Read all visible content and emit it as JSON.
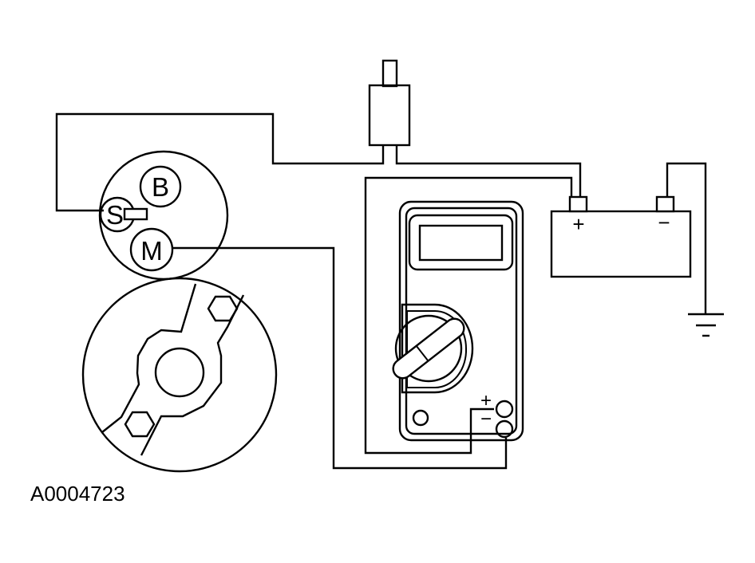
{
  "terminals": {
    "b": "B",
    "s": "S",
    "m": "M"
  },
  "battery": {
    "positive": "+",
    "negative": "−"
  },
  "meter": {
    "positive": "+",
    "negative": "−"
  },
  "figure_id": "A0004723"
}
